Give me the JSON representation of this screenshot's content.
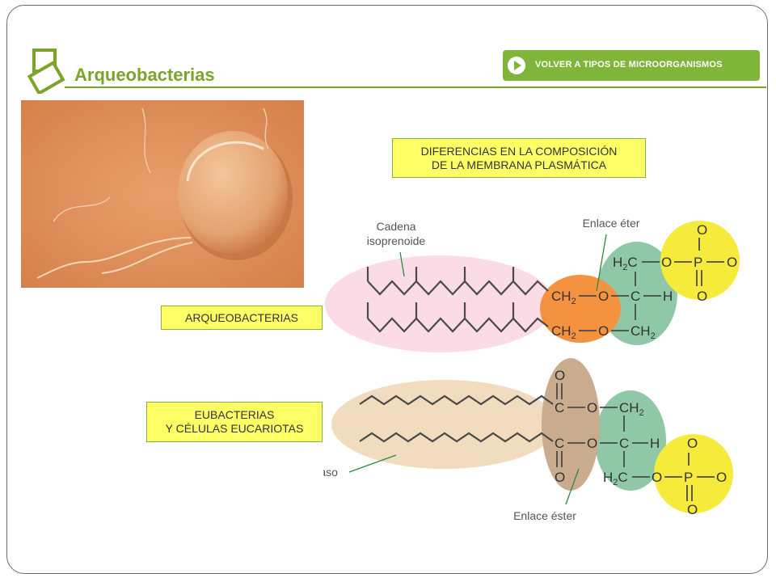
{
  "header": {
    "title": "Arqueobacterias",
    "back_button_label": "VOLVER A TIPOS DE MICROORGANISMOS"
  },
  "boxes": {
    "heading_line1": "DIFERENCIAS EN LA COMPOSICIÓN",
    "heading_line2": "DE LA MEMBRANA PLASMÁTICA",
    "archaea_label": "ARQUEOBACTERIAS",
    "eubacteria_line1": "EUBACTERIAS",
    "eubacteria_line2": "Y CÉLULAS EUCARIOTAS"
  },
  "diagram": {
    "isoprenoid_line1": "Cadena",
    "isoprenoid_line2": "isoprenoide",
    "ether_bond": "Enlace éter",
    "fatty_acid": "Ácido graso",
    "ester_bond": "Enlace éster"
  },
  "colors": {
    "accent_green": "#7ba428",
    "button_green": "#7fb539",
    "label_yellow": "#ffff66",
    "pink_oval": "#fbdbe6",
    "tan_oval": "#f1dcbf",
    "orange": "#f4923f",
    "teal": "#8fc8a6",
    "phosphate_yellow": "#f6ea3a",
    "ester_brown": "#c9ab8e"
  },
  "icons": [
    "logo-icon",
    "play-arrow-icon"
  ]
}
